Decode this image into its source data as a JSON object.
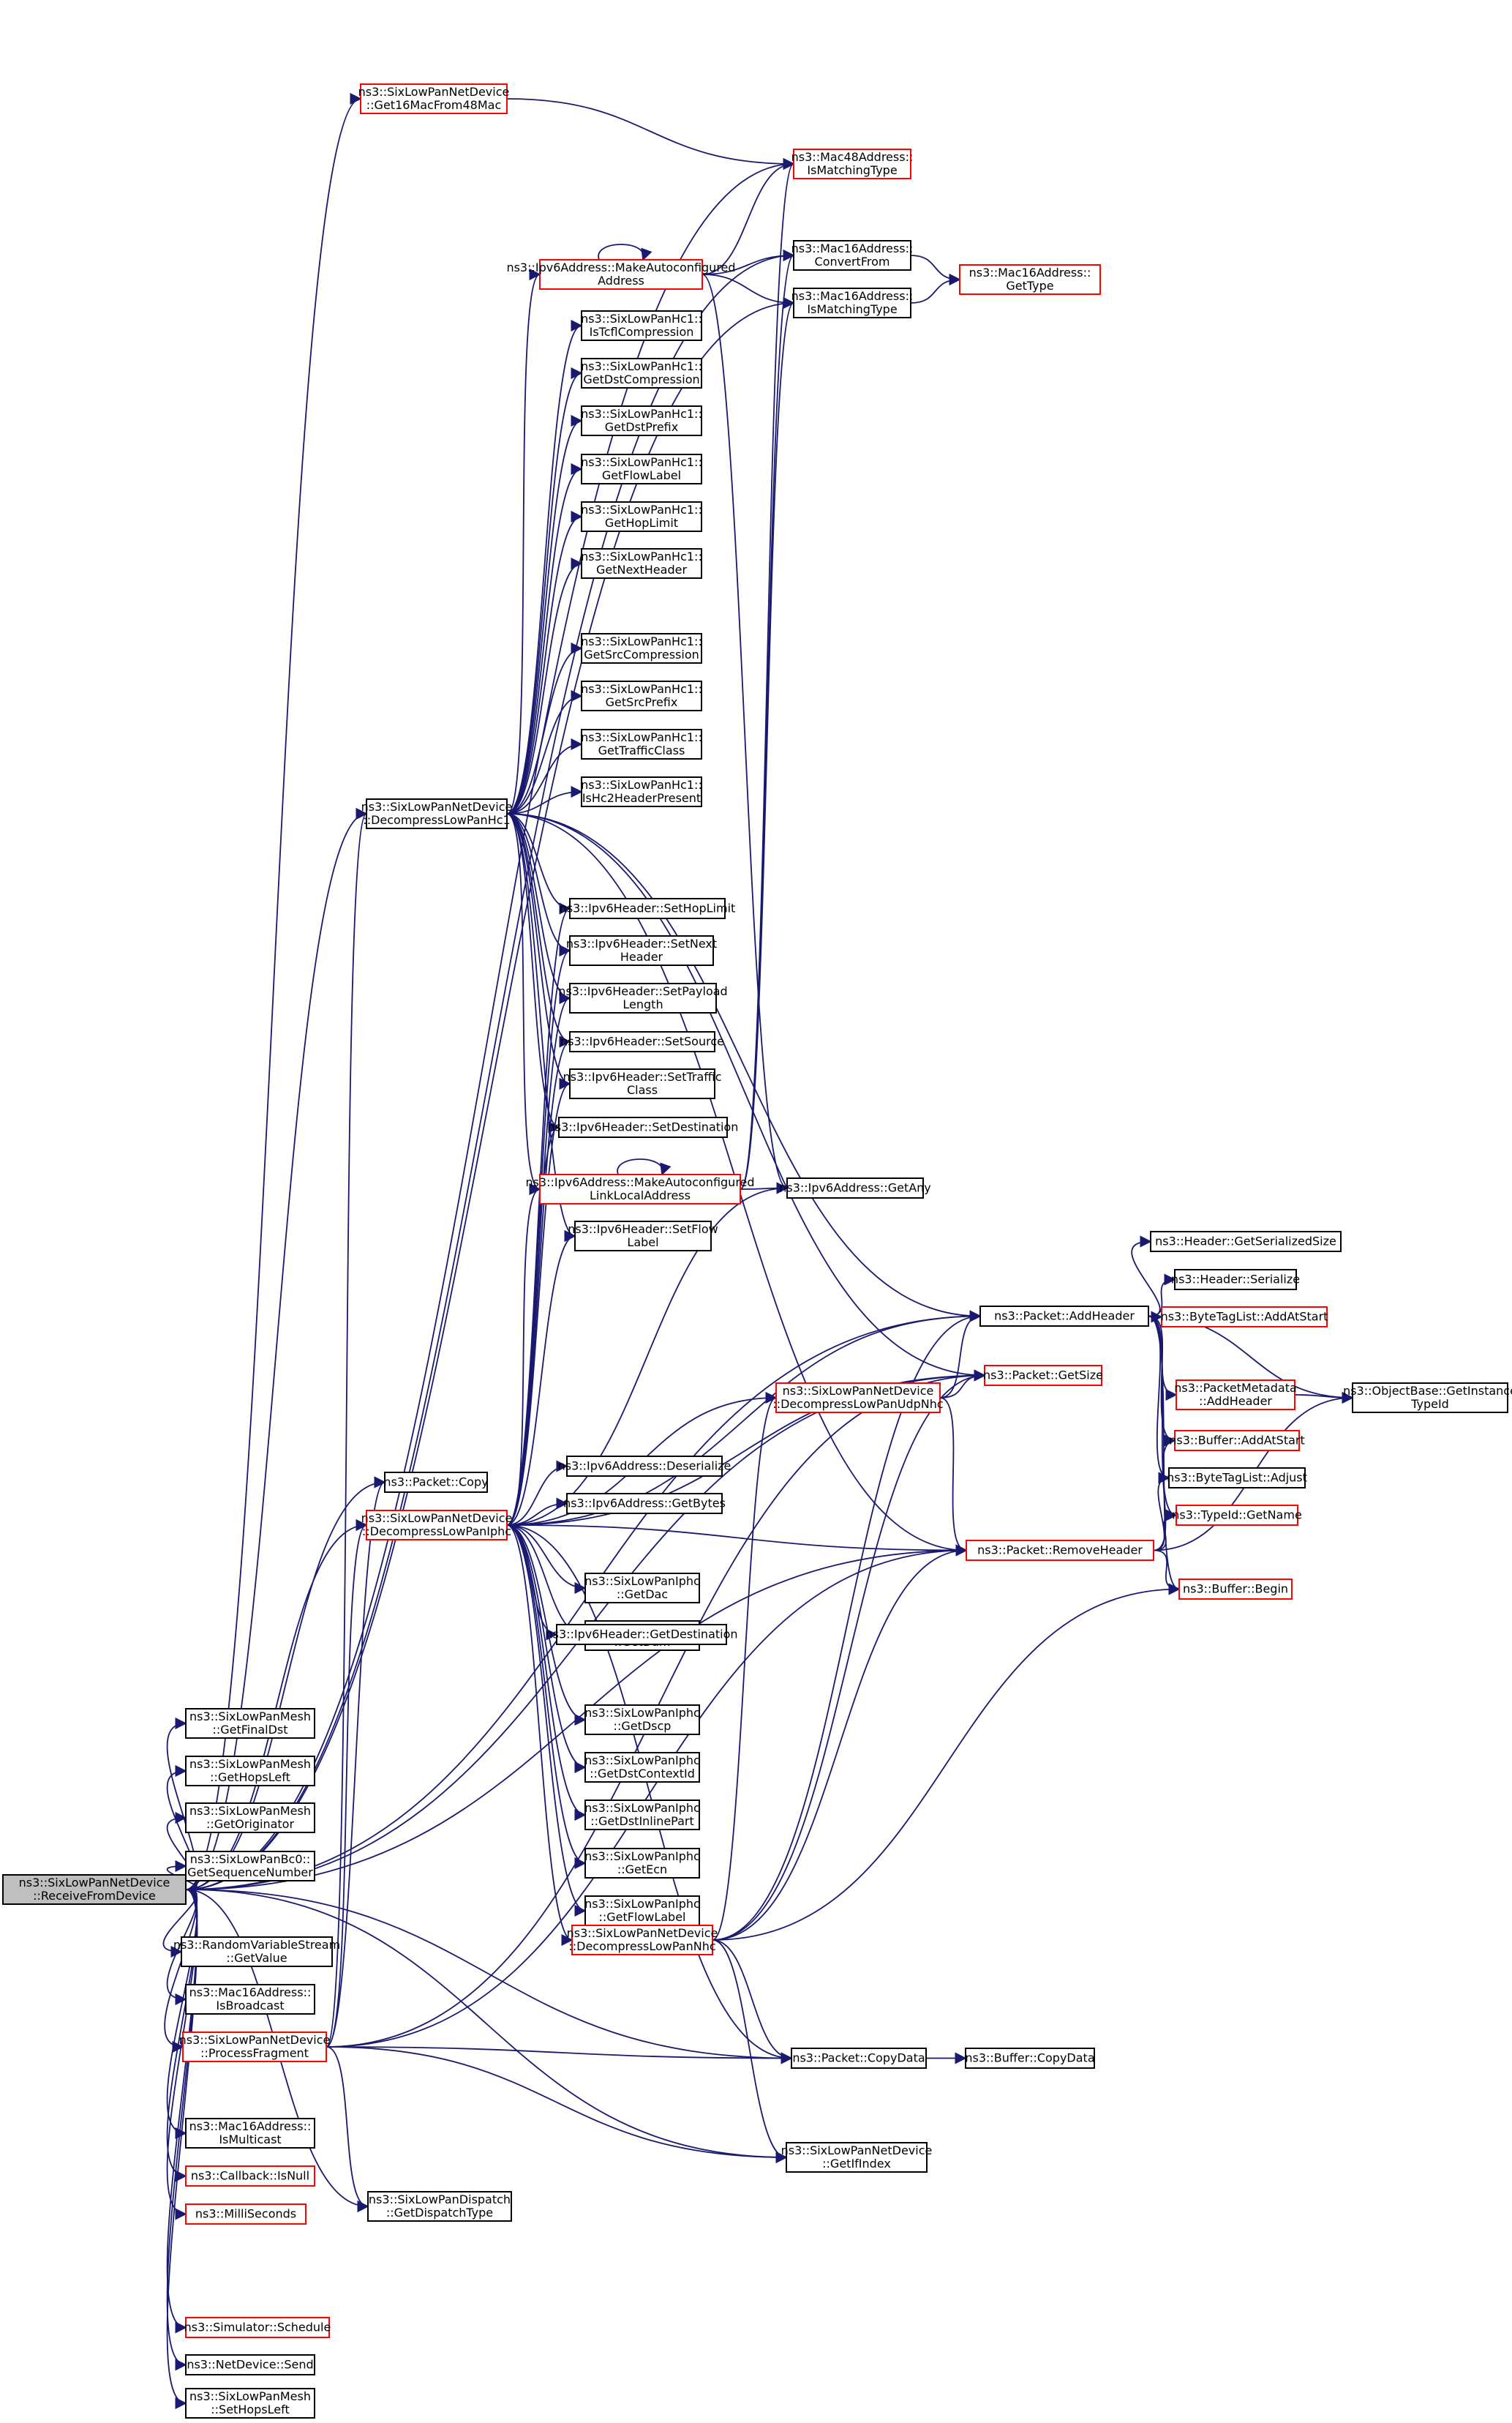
{
  "diagram": {
    "nodes": [
      {
        "id": "root",
        "lines": [
          "ns3::SixLowPanNetDevice",
          "::ReceiveFromDevice"
        ],
        "style": "root"
      },
      {
        "id": "get16mac",
        "lines": [
          "ns3::SixLowPanNetDevice",
          "::Get16MacFrom48Mac"
        ],
        "style": "red"
      },
      {
        "id": "mac48match",
        "lines": [
          "ns3::Mac48Address::",
          "IsMatchingType"
        ],
        "style": "red"
      },
      {
        "id": "mac16conv",
        "lines": [
          "ns3::Mac16Address::",
          "ConvertFrom"
        ],
        "style": "black"
      },
      {
        "id": "mac16match",
        "lines": [
          "ns3::Mac16Address::",
          "IsMatchingType"
        ],
        "style": "black"
      },
      {
        "id": "mac16type",
        "lines": [
          "ns3::Mac16Address::",
          "GetType"
        ],
        "style": "red"
      },
      {
        "id": "makeauto",
        "lines": [
          "ns3::Ipv6Address::MakeAutoconfigured",
          "Address"
        ],
        "style": "red"
      },
      {
        "id": "hc1tcfl",
        "lines": [
          "ns3::SixLowPanHc1::",
          "IsTcflCompression"
        ],
        "style": "black"
      },
      {
        "id": "hc1dstc",
        "lines": [
          "ns3::SixLowPanHc1::",
          "GetDstCompression"
        ],
        "style": "black"
      },
      {
        "id": "hc1dstp",
        "lines": [
          "ns3::SixLowPanHc1::",
          "GetDstPrefix"
        ],
        "style": "black"
      },
      {
        "id": "hc1flow",
        "lines": [
          "ns3::SixLowPanHc1::",
          "GetFlowLabel"
        ],
        "style": "black"
      },
      {
        "id": "hc1hop",
        "lines": [
          "ns3::SixLowPanHc1::",
          "GetHopLimit"
        ],
        "style": "black"
      },
      {
        "id": "hc1next",
        "lines": [
          "ns3::SixLowPanHc1::",
          "GetNextHeader"
        ],
        "style": "black"
      },
      {
        "id": "hc1srcc",
        "lines": [
          "ns3::SixLowPanHc1::",
          "GetSrcCompression"
        ],
        "style": "black"
      },
      {
        "id": "hc1srcp",
        "lines": [
          "ns3::SixLowPanHc1::",
          "GetSrcPrefix"
        ],
        "style": "black"
      },
      {
        "id": "hc1tc",
        "lines": [
          "ns3::SixLowPanHc1::",
          "GetTrafficClass"
        ],
        "style": "black"
      },
      {
        "id": "hc1hc2",
        "lines": [
          "ns3::SixLowPanHc1::",
          "IsHc2HeaderPresent"
        ],
        "style": "black"
      },
      {
        "id": "dechc1",
        "lines": [
          "ns3::SixLowPanNetDevice",
          "::DecompressLowPanHc1"
        ],
        "style": "black"
      },
      {
        "id": "sethop",
        "lines": [
          "ns3::Ipv6Header::SetHopLimit"
        ],
        "style": "black"
      },
      {
        "id": "setnext",
        "lines": [
          "ns3::Ipv6Header::SetNext",
          "Header"
        ],
        "style": "black"
      },
      {
        "id": "setpay",
        "lines": [
          "ns3::Ipv6Header::SetPayload",
          "Length"
        ],
        "style": "black"
      },
      {
        "id": "setsrc",
        "lines": [
          "ns3::Ipv6Header::SetSource"
        ],
        "style": "black"
      },
      {
        "id": "settc",
        "lines": [
          "ns3::Ipv6Header::SetTraffic",
          "Class"
        ],
        "style": "black"
      },
      {
        "id": "setdst",
        "lines": [
          "ns3::Ipv6Header::SetDestination"
        ],
        "style": "black"
      },
      {
        "id": "makell",
        "lines": [
          "ns3::Ipv6Address::MakeAutoconfigured",
          "LinkLocalAddress"
        ],
        "style": "red"
      },
      {
        "id": "getany",
        "lines": [
          "ns3::Ipv6Address::GetAny"
        ],
        "style": "black"
      },
      {
        "id": "setflow",
        "lines": [
          "ns3::Ipv6Header::SetFlow",
          "Label"
        ],
        "style": "black"
      },
      {
        "id": "hdrsize",
        "lines": [
          "ns3::Header::GetSerializedSize"
        ],
        "style": "black"
      },
      {
        "id": "hdrser",
        "lines": [
          "ns3::Header::Serialize"
        ],
        "style": "black"
      },
      {
        "id": "btaddstart",
        "lines": [
          "ns3::ByteTagList::AddAtStart"
        ],
        "style": "red"
      },
      {
        "id": "addheader",
        "lines": [
          "ns3::Packet::AddHeader"
        ],
        "style": "black"
      },
      {
        "id": "pmaddheader",
        "lines": [
          "ns3::PacketMetadata",
          "::AddHeader"
        ],
        "style": "red"
      },
      {
        "id": "objtypeid",
        "lines": [
          "ns3::ObjectBase::GetInstance",
          "TypeId"
        ],
        "style": "black"
      },
      {
        "id": "decudp",
        "lines": [
          "ns3::SixLowPanNetDevice",
          "::DecompressLowPanUdpNhc"
        ],
        "style": "red"
      },
      {
        "id": "getsize",
        "lines": [
          "ns3::Packet::GetSize"
        ],
        "style": "red"
      },
      {
        "id": "bufaddstart",
        "lines": [
          "ns3::Buffer::AddAtStart"
        ],
        "style": "red"
      },
      {
        "id": "btadjust",
        "lines": [
          "ns3::ByteTagList::Adjust"
        ],
        "style": "black"
      },
      {
        "id": "typeidname",
        "lines": [
          "ns3::TypeId::GetName"
        ],
        "style": "red"
      },
      {
        "id": "rmheader",
        "lines": [
          "ns3::Packet::RemoveHeader"
        ],
        "style": "red"
      },
      {
        "id": "bufbegin",
        "lines": [
          "ns3::Buffer::Begin"
        ],
        "style": "red"
      },
      {
        "id": "deser",
        "lines": [
          "ns3::Ipv6Address::Deserialize"
        ],
        "style": "black"
      },
      {
        "id": "pcopy",
        "lines": [
          "ns3::Packet::Copy"
        ],
        "style": "black"
      },
      {
        "id": "getbytes",
        "lines": [
          "ns3::Ipv6Address::GetBytes"
        ],
        "style": "black"
      },
      {
        "id": "deciphc",
        "lines": [
          "ns3::SixLowPanNetDevice",
          "::DecompressLowPanIphc"
        ],
        "style": "red"
      },
      {
        "id": "iphcdac",
        "lines": [
          "ns3::SixLowPanIphc",
          "::GetDac"
        ],
        "style": "black"
      },
      {
        "id": "iphcdam",
        "lines": [
          "ns3::SixLowPanIphc",
          "::GetDam"
        ],
        "style": "black"
      },
      {
        "id": "getdst",
        "lines": [
          "ns3::Ipv6Header::GetDestination"
        ],
        "style": "black"
      },
      {
        "id": "iphcdscp",
        "lines": [
          "ns3::SixLowPanIphc",
          "::GetDscp"
        ],
        "style": "black"
      },
      {
        "id": "iphcctx",
        "lines": [
          "ns3::SixLowPanIphc",
          "::GetDstContextId"
        ],
        "style": "black"
      },
      {
        "id": "iphcinline",
        "lines": [
          "ns3::SixLowPanIphc",
          "::GetDstInlinePart"
        ],
        "style": "black"
      },
      {
        "id": "iphcecn",
        "lines": [
          "ns3::SixLowPanIphc",
          "::GetEcn"
        ],
        "style": "black"
      },
      {
        "id": "iphcflow",
        "lines": [
          "ns3::SixLowPanIphc",
          "::GetFlowLabel"
        ],
        "style": "black"
      },
      {
        "id": "meshdst",
        "lines": [
          "ns3::SixLowPanMesh",
          "::GetFinalDst"
        ],
        "style": "black"
      },
      {
        "id": "meshhops",
        "lines": [
          "ns3::SixLowPanMesh",
          "::GetHopsLeft"
        ],
        "style": "black"
      },
      {
        "id": "meshorig",
        "lines": [
          "ns3::SixLowPanMesh",
          "::GetOriginator"
        ],
        "style": "black"
      },
      {
        "id": "bc0seq",
        "lines": [
          "ns3::SixLowPanBc0::",
          "GetSequenceNumber"
        ],
        "style": "black"
      },
      {
        "id": "decnhc",
        "lines": [
          "ns3::SixLowPanNetDevice",
          "::DecompressLowPanNhc"
        ],
        "style": "red"
      },
      {
        "id": "randval",
        "lines": [
          "ns3::RandomVariableStream",
          "::GetValue"
        ],
        "style": "black"
      },
      {
        "id": "mac16bcast",
        "lines": [
          "ns3::Mac16Address::",
          "IsBroadcast"
        ],
        "style": "black"
      },
      {
        "id": "procfrag",
        "lines": [
          "ns3::SixLowPanNetDevice",
          "::ProcessFragment"
        ],
        "style": "red"
      },
      {
        "id": "copydata",
        "lines": [
          "ns3::Packet::CopyData"
        ],
        "style": "black"
      },
      {
        "id": "bufcopy",
        "lines": [
          "ns3::Buffer::CopyData"
        ],
        "style": "black"
      },
      {
        "id": "mac16mcast",
        "lines": [
          "ns3::Mac16Address::",
          "IsMulticast"
        ],
        "style": "black"
      },
      {
        "id": "getifindex",
        "lines": [
          "ns3::SixLowPanNetDevice",
          "::GetIfIndex"
        ],
        "style": "black"
      },
      {
        "id": "cbnull",
        "lines": [
          "ns3::Callback::IsNull"
        ],
        "style": "red"
      },
      {
        "id": "millisec",
        "lines": [
          "ns3::MilliSeconds"
        ],
        "style": "red"
      },
      {
        "id": "disptype",
        "lines": [
          "ns3::SixLowPanDispatch",
          "::GetDispatchType"
        ],
        "style": "black"
      },
      {
        "id": "schedule",
        "lines": [
          "ns3::Simulator::Schedule"
        ],
        "style": "red"
      },
      {
        "id": "ndsend",
        "lines": [
          "ns3::NetDevice::Send"
        ],
        "style": "black"
      },
      {
        "id": "meshset",
        "lines": [
          "ns3::SixLowPanMesh",
          "::SetHopsLeft"
        ],
        "style": "black"
      }
    ],
    "edges": [
      [
        "root",
        "get16mac"
      ],
      [
        "root",
        "mac48match"
      ],
      [
        "root",
        "mac16conv"
      ],
      [
        "root",
        "mac16match"
      ],
      [
        "root",
        "addheader"
      ],
      [
        "root",
        "dechc1"
      ],
      [
        "root",
        "pcopy"
      ],
      [
        "root",
        "deciphc"
      ],
      [
        "root",
        "meshdst"
      ],
      [
        "root",
        "meshhops"
      ],
      [
        "root",
        "meshorig"
      ],
      [
        "root",
        "bc0seq"
      ],
      [
        "root",
        "randval"
      ],
      [
        "root",
        "mac16bcast"
      ],
      [
        "root",
        "procfrag"
      ],
      [
        "root",
        "copydata"
      ],
      [
        "root",
        "mac16mcast"
      ],
      [
        "root",
        "getifindex"
      ],
      [
        "root",
        "cbnull"
      ],
      [
        "root",
        "millisec"
      ],
      [
        "root",
        "disptype"
      ],
      [
        "root",
        "schedule"
      ],
      [
        "root",
        "ndsend"
      ],
      [
        "root",
        "meshset"
      ],
      [
        "root",
        "rmheader"
      ],
      [
        "root",
        "getsize"
      ],
      [
        "get16mac",
        "mac48match"
      ],
      [
        "mac16conv",
        "mac16type"
      ],
      [
        "mac16match",
        "mac16type"
      ],
      [
        "makeauto",
        "mac48match"
      ],
      [
        "makeauto",
        "mac16conv"
      ],
      [
        "makeauto",
        "mac16match"
      ],
      [
        "makeauto",
        "makeauto"
      ],
      [
        "makeauto",
        "getany"
      ],
      [
        "dechc1",
        "makeauto"
      ],
      [
        "dechc1",
        "hc1tcfl"
      ],
      [
        "dechc1",
        "hc1dstc"
      ],
      [
        "dechc1",
        "hc1dstp"
      ],
      [
        "dechc1",
        "hc1flow"
      ],
      [
        "dechc1",
        "hc1hop"
      ],
      [
        "dechc1",
        "hc1next"
      ],
      [
        "dechc1",
        "hc1srcc"
      ],
      [
        "dechc1",
        "hc1srcp"
      ],
      [
        "dechc1",
        "hc1tc"
      ],
      [
        "dechc1",
        "hc1hc2"
      ],
      [
        "dechc1",
        "sethop"
      ],
      [
        "dechc1",
        "setnext"
      ],
      [
        "dechc1",
        "setpay"
      ],
      [
        "dechc1",
        "setsrc"
      ],
      [
        "dechc1",
        "settc"
      ],
      [
        "dechc1",
        "setdst"
      ],
      [
        "dechc1",
        "makell"
      ],
      [
        "dechc1",
        "setflow"
      ],
      [
        "dechc1",
        "addheader"
      ],
      [
        "dechc1",
        "getsize"
      ],
      [
        "dechc1",
        "rmheader"
      ],
      [
        "makell",
        "mac48match"
      ],
      [
        "makell",
        "mac16conv"
      ],
      [
        "makell",
        "mac16match"
      ],
      [
        "makell",
        "makell"
      ],
      [
        "makell",
        "getany"
      ],
      [
        "addheader",
        "hdrsize"
      ],
      [
        "addheader",
        "hdrser"
      ],
      [
        "addheader",
        "btaddstart"
      ],
      [
        "addheader",
        "pmaddheader"
      ],
      [
        "addheader",
        "objtypeid"
      ],
      [
        "addheader",
        "bufaddstart"
      ],
      [
        "addheader",
        "btadjust"
      ],
      [
        "addheader",
        "typeidname"
      ],
      [
        "addheader",
        "bufbegin"
      ],
      [
        "pmaddheader",
        "objtypeid"
      ],
      [
        "rmheader",
        "objtypeid"
      ],
      [
        "rmheader",
        "bufaddstart"
      ],
      [
        "rmheader",
        "btadjust"
      ],
      [
        "rmheader",
        "typeidname"
      ],
      [
        "rmheader",
        "bufbegin"
      ],
      [
        "decudp",
        "addheader"
      ],
      [
        "decudp",
        "getsize"
      ],
      [
        "decudp",
        "rmheader"
      ],
      [
        "deciphc",
        "sethop"
      ],
      [
        "deciphc",
        "setnext"
      ],
      [
        "deciphc",
        "setpay"
      ],
      [
        "deciphc",
        "setsrc"
      ],
      [
        "deciphc",
        "settc"
      ],
      [
        "deciphc",
        "setdst"
      ],
      [
        "deciphc",
        "makell"
      ],
      [
        "deciphc",
        "getany"
      ],
      [
        "deciphc",
        "setflow"
      ],
      [
        "deciphc",
        "addheader"
      ],
      [
        "deciphc",
        "decudp"
      ],
      [
        "deciphc",
        "getsize"
      ],
      [
        "deciphc",
        "rmheader"
      ],
      [
        "deciphc",
        "deser"
      ],
      [
        "deciphc",
        "getbytes"
      ],
      [
        "deciphc",
        "iphcdac"
      ],
      [
        "deciphc",
        "iphcdam"
      ],
      [
        "deciphc",
        "getdst"
      ],
      [
        "deciphc",
        "iphcdscp"
      ],
      [
        "deciphc",
        "iphcctx"
      ],
      [
        "deciphc",
        "iphcinline"
      ],
      [
        "deciphc",
        "iphcecn"
      ],
      [
        "deciphc",
        "iphcflow"
      ],
      [
        "deciphc",
        "decnhc"
      ],
      [
        "deciphc",
        "copydata"
      ],
      [
        "decnhc",
        "addheader"
      ],
      [
        "decnhc",
        "decudp"
      ],
      [
        "decnhc",
        "getsize"
      ],
      [
        "decnhc",
        "rmheader"
      ],
      [
        "decnhc",
        "bufbegin"
      ],
      [
        "decnhc",
        "decnhc"
      ],
      [
        "decnhc",
        "copydata"
      ],
      [
        "decnhc",
        "getifindex"
      ],
      [
        "procfrag",
        "pcopy"
      ],
      [
        "procfrag",
        "deciphc"
      ],
      [
        "procfrag",
        "dechc1"
      ],
      [
        "procfrag",
        "copydata"
      ],
      [
        "procfrag",
        "getifindex"
      ],
      [
        "procfrag",
        "disptype"
      ],
      [
        "procfrag",
        "rmheader"
      ],
      [
        "procfrag",
        "getsize"
      ],
      [
        "copydata",
        "bufcopy"
      ]
    ]
  }
}
